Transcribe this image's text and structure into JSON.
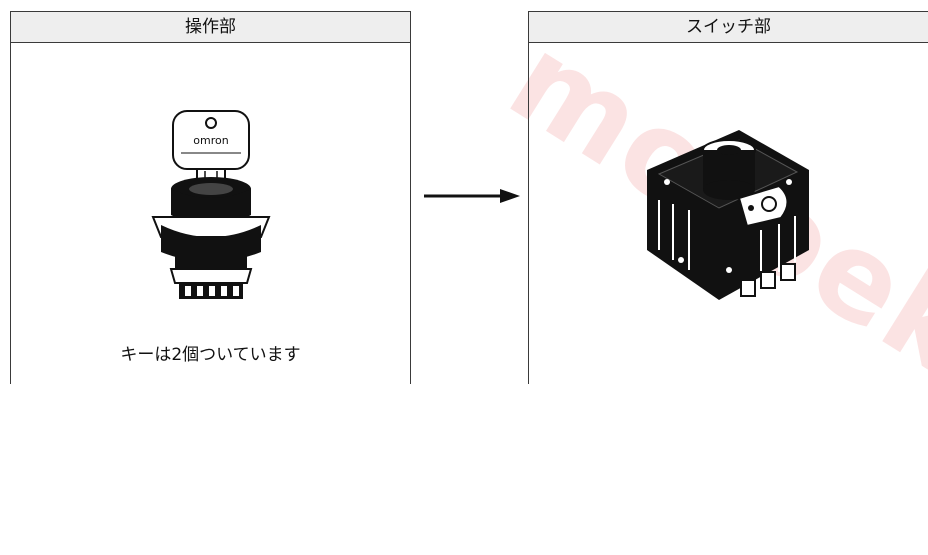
{
  "left_panel": {
    "title": "操作部",
    "caption": "キーは2個ついています",
    "image": {
      "name": "key-selector-switch-illustration",
      "logo_text": "omron"
    }
  },
  "right_panel": {
    "title": "スイッチ部",
    "image": {
      "name": "switch-unit-illustration"
    }
  },
  "arrow": {
    "direction": "right"
  },
  "watermark": {
    "text": "motoeko.co"
  }
}
